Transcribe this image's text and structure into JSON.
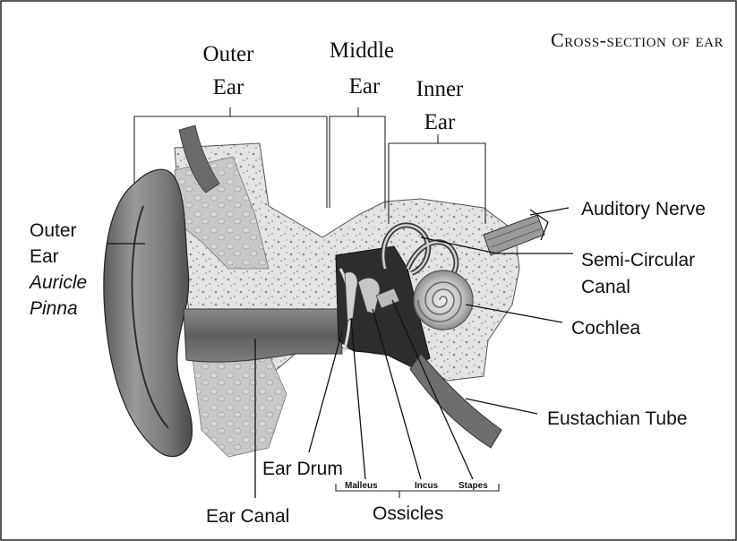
{
  "title": "Cross-section of ear",
  "sections": {
    "outer": [
      "Outer",
      "Ear"
    ],
    "middle": [
      "Middle",
      "Ear"
    ],
    "inner": [
      "Inner",
      "Ear"
    ]
  },
  "labels": {
    "outer_ear": "Outer",
    "outer_ear_2": "Ear",
    "auricle": "Auricle",
    "pinna": "Pinna",
    "auditory_nerve": "Auditory Nerve",
    "semi_circular": "Semi-Circular",
    "canal": "Canal",
    "cochlea": "Cochlea",
    "eustachian_tube": "Eustachian Tube",
    "ear_drum": "Ear Drum",
    "ear_canal": "Ear Canal",
    "ossicles": "Ossicles",
    "malleus": "Malleus",
    "incus": "Incus",
    "stapes": "Stapes"
  }
}
